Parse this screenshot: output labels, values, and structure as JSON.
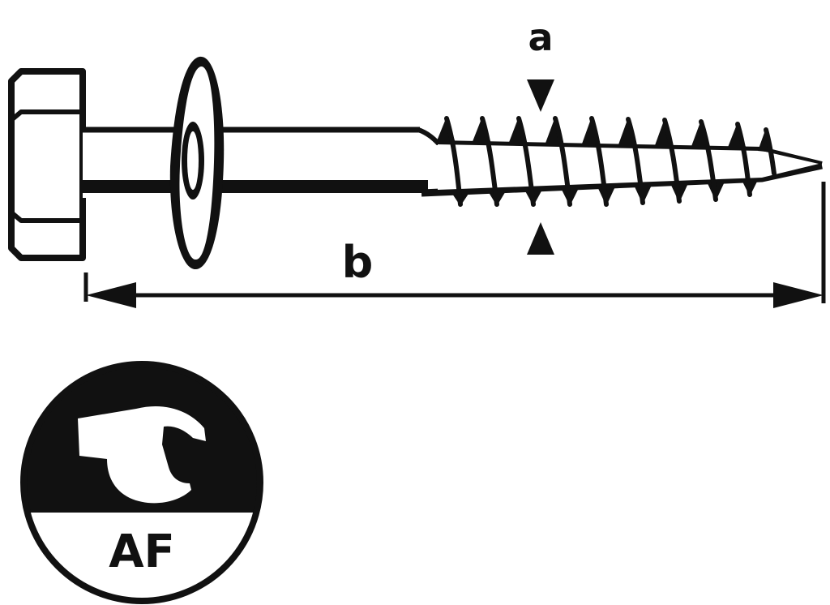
{
  "dimensions": {
    "thread_diameter_label": "a",
    "length_label": "b"
  },
  "drive_badge": {
    "text": "AF",
    "icon": "wrench-icon"
  },
  "colors": {
    "ink": "#111111",
    "paper": "#ffffff"
  }
}
